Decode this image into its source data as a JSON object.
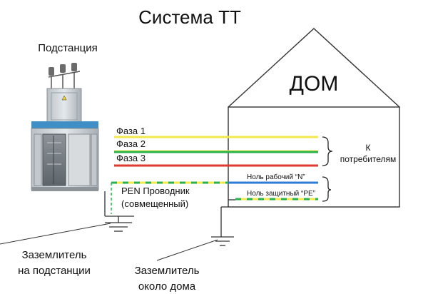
{
  "title": "Система TT",
  "substation_label": "Подстанция",
  "house_label": "ДОМ",
  "phases": [
    {
      "label": "Фаза 1",
      "color": "#f2e94e"
    },
    {
      "label": "Фаза 2",
      "color": "#f2e94e"
    },
    {
      "label": "Фаза 3",
      "color": "#2bb24c"
    },
    {
      "label": "",
      "color": "#e23a2e"
    }
  ],
  "pen_conductor": {
    "line1": "PEN Проводник",
    "line2": "(совмещенный)",
    "colors": [
      "#f2e94e",
      "#2bb24c",
      "#2f7bd6"
    ]
  },
  "neutral_working": {
    "label": "Ноль рабочий “N”",
    "color": "#2f7bd6"
  },
  "neutral_protective": {
    "label": "Ноль защитный “PE”",
    "colors": [
      "#f2e94e",
      "#2bb24c"
    ]
  },
  "consumers_label": {
    "line1": "К",
    "line2": "потребителям"
  },
  "ground_substation": {
    "line1": "Заземлитель",
    "line2": "на подстанции"
  },
  "ground_house": {
    "line1": "Заземлитель",
    "line2": "около дома"
  }
}
